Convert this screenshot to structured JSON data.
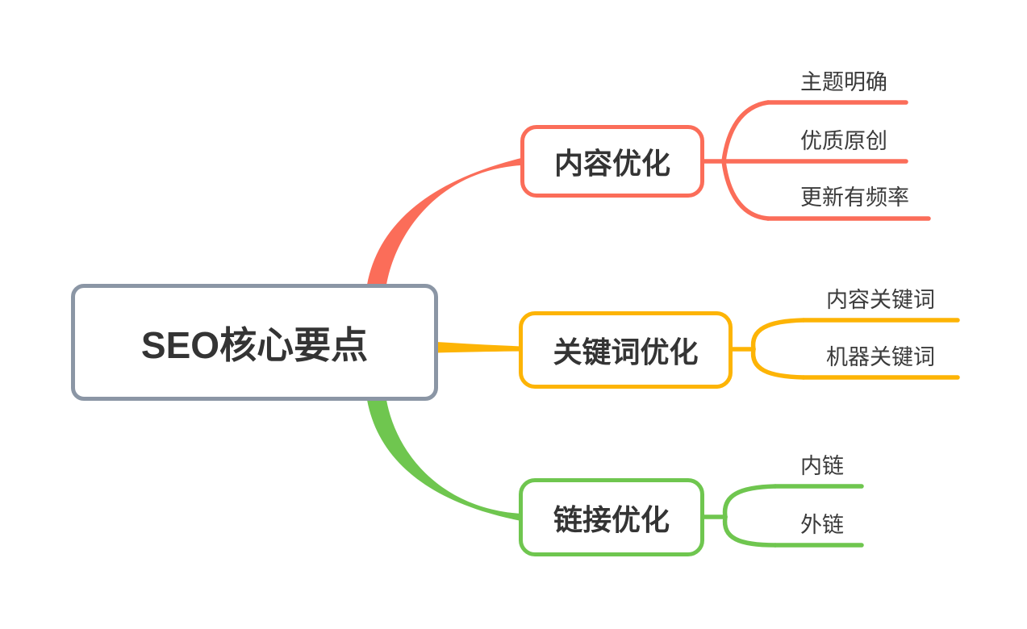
{
  "title": "SEO核心要点",
  "root": {
    "label": "SEO核心要点"
  },
  "branches": [
    {
      "id": "content-optimization",
      "label": "内容优化",
      "color": "#fb6d59",
      "children": [
        "主题明确",
        "优质原创",
        "更新有频率"
      ]
    },
    {
      "id": "keyword-optimization",
      "label": "关键词优化",
      "color": "#fdb405",
      "children": [
        "内容关键词",
        "机器关键词"
      ]
    },
    {
      "id": "link-optimization",
      "label": "链接优化",
      "color": "#6fc64f",
      "children": [
        "内链",
        "外链"
      ]
    }
  ],
  "colors": {
    "root_border": "#8b96a5",
    "content_branch": "#fb6d59",
    "keyword_branch": "#fdb405",
    "link_branch": "#6fc64f",
    "text": "#3b3b3b",
    "background": "#ffffff"
  }
}
